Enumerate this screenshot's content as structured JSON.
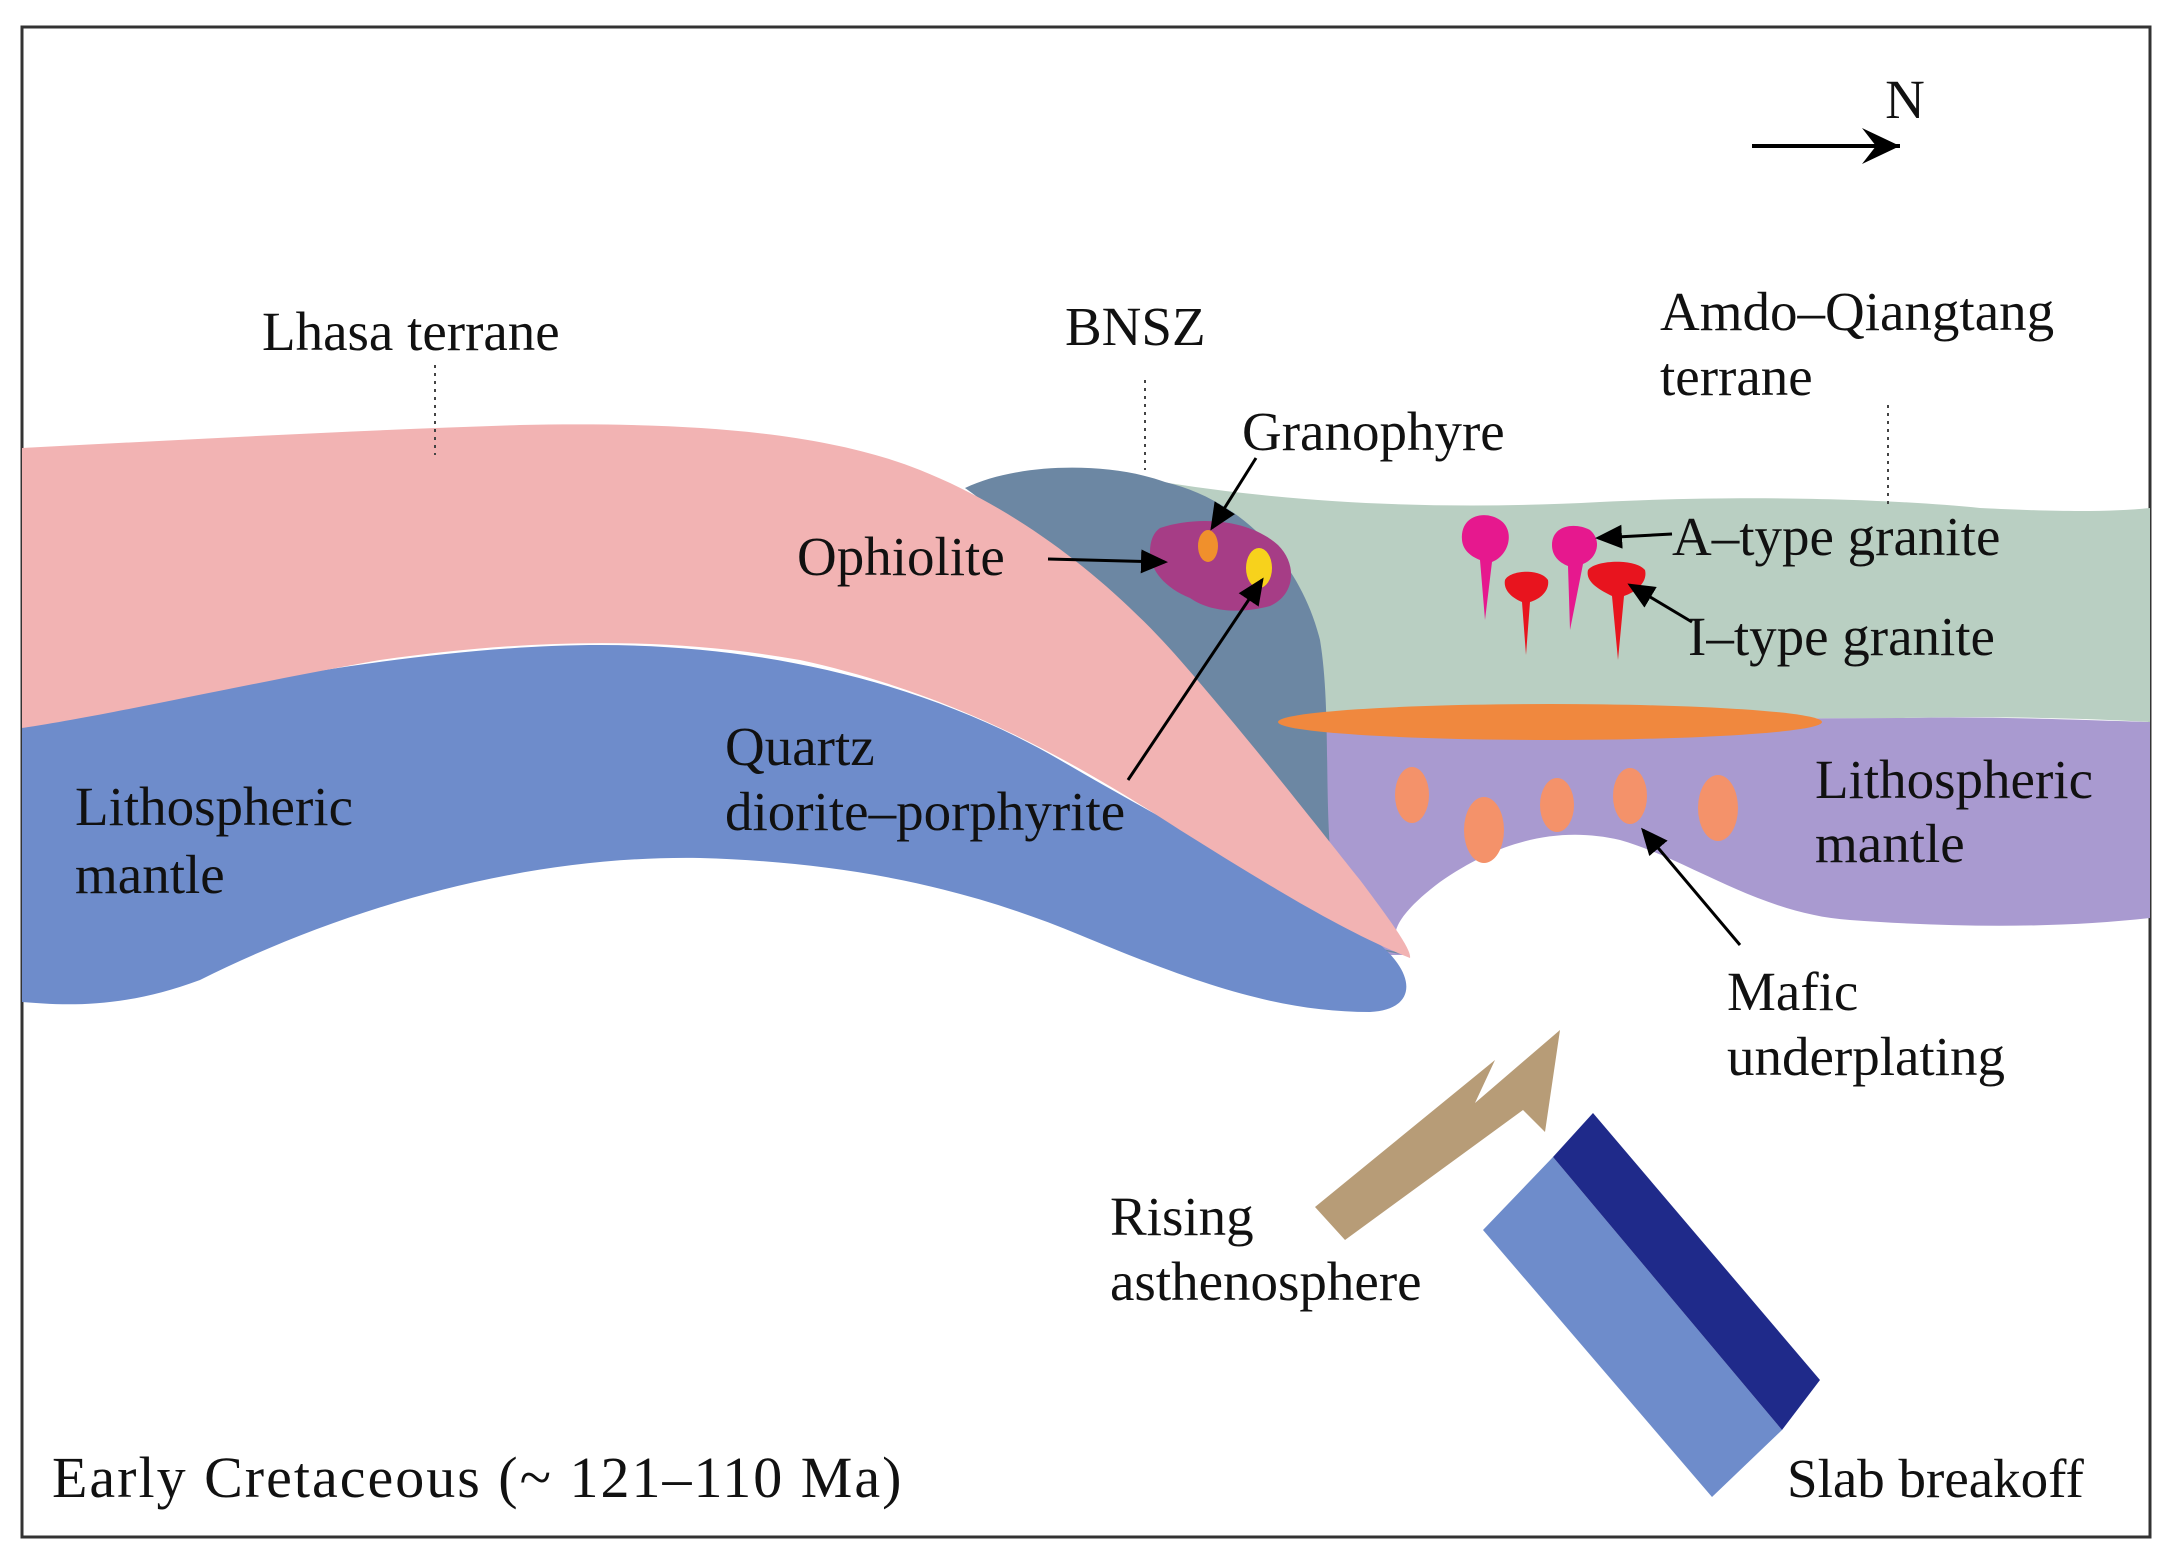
{
  "title": "Early Cretaceous (~ 121–110 Ma)",
  "north_label": "N",
  "labels": {
    "lhasa_terrane": "Lhasa terrane",
    "bnsz": "BNSZ",
    "amdo_line1": "Amdo–Qiangtang",
    "amdo_line2": "terrane",
    "granophyre": "Granophyre",
    "ophiolite": "Ophiolite",
    "a_type": "A–type granite",
    "i_type": "I–type granite",
    "quartz_line1": "Quartz",
    "quartz_line2": "diorite–porphyrite",
    "lith_left_line1": "Lithospheric",
    "lith_left_line2": "mantle",
    "lith_right_line1": "Lithospheric",
    "lith_right_line2": "mantle",
    "mafic_line1": "Mafic",
    "mafic_line2": "underplating",
    "rising_line1": "Rising",
    "rising_line2": "asthenosphere",
    "slab_breakoff": "Slab breakoff"
  },
  "colors": {
    "lhasa_crust": "#f2b3b3",
    "lhasa_mantle": "#6e8ccb",
    "bnsz": "#6c87a3",
    "amdo_crust": "#b9cfc2",
    "amdo_mantle": "#a99ad0",
    "ophiolite": "#a63d86",
    "granophyre": "#f0902c",
    "quartz_diorite": "#f7d21c",
    "a_type_granite": "#e6188e",
    "i_type_granite": "#e8141e",
    "mafic_sill": "#f0883e",
    "mafic_blobs": "#f4926a",
    "asthenosphere_arrow": "#b79c77",
    "slab_light": "#6e8ccb",
    "slab_dark": "#1f2a8a"
  }
}
